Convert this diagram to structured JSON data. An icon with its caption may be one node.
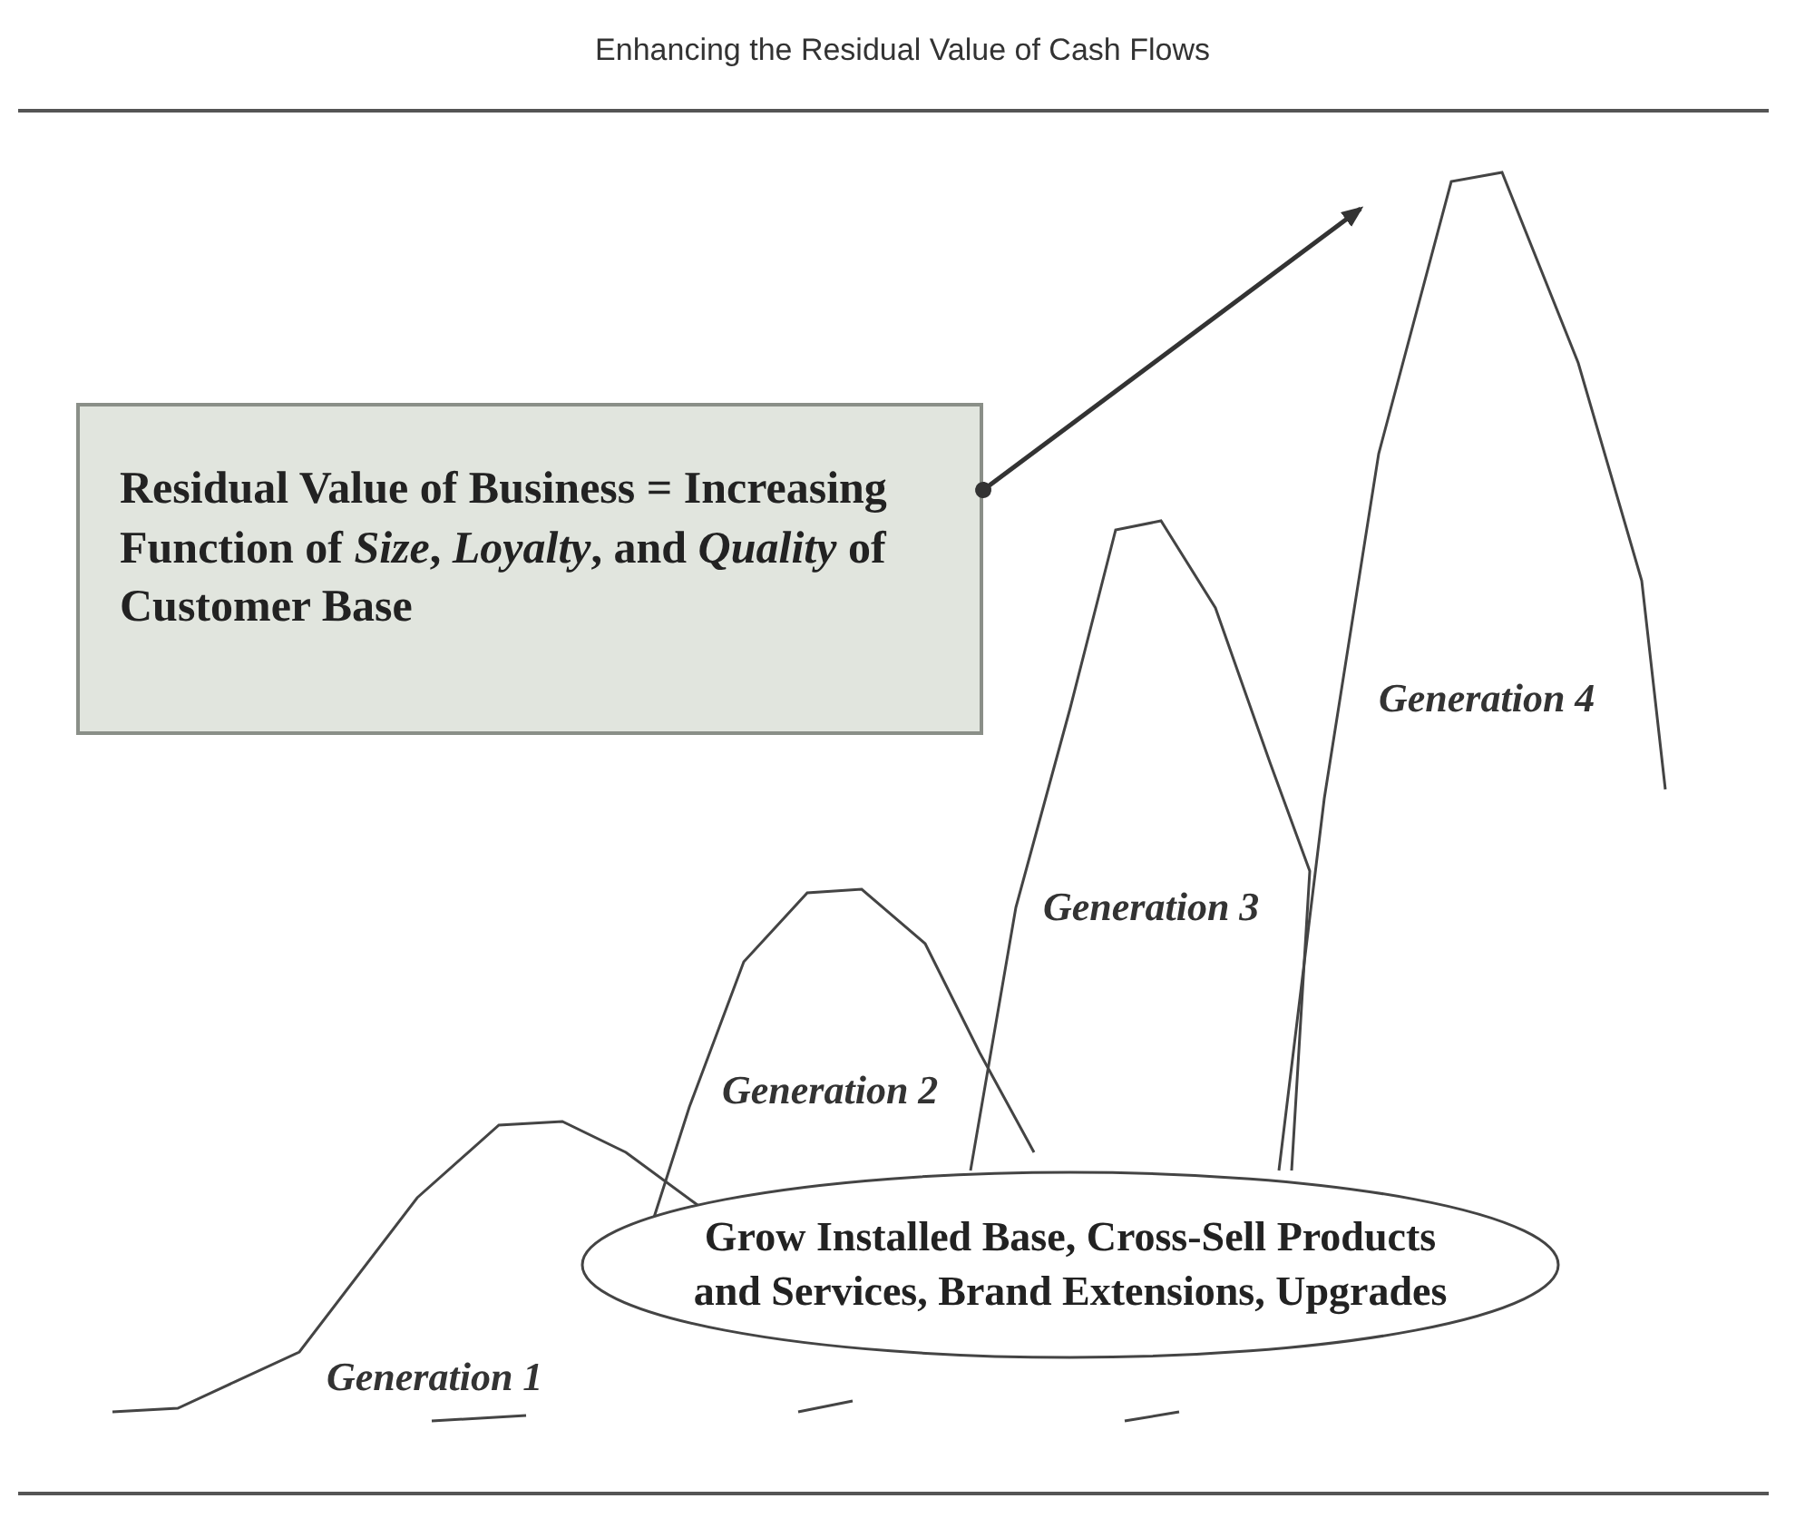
{
  "diagram": {
    "title": "Enhancing the Residual Value of Cash Flows",
    "nodes": [
      {
        "text": [
          "Residual Value of Business = Increasing Function of *Size*, *Loyalty*, and *Quality* of Customer Base"
        ]
      },
      {
        "text": [
          "Generation 1"
        ]
      },
      {
        "text": [
          "Generation 2"
        ]
      },
      {
        "text": [
          "Generation 3"
        ]
      },
      {
        "text": [
          "Generation 4"
        ]
      },
      {
        "text": [
          "Grow Installed Base, Cross-Sell Products and Services, Brand Extensions, Upgrades"
        ]
      }
    ],
    "edges": [
      {
        "from": 0,
        "to": 4,
        "arrow": "to"
      }
    ]
  }
}
